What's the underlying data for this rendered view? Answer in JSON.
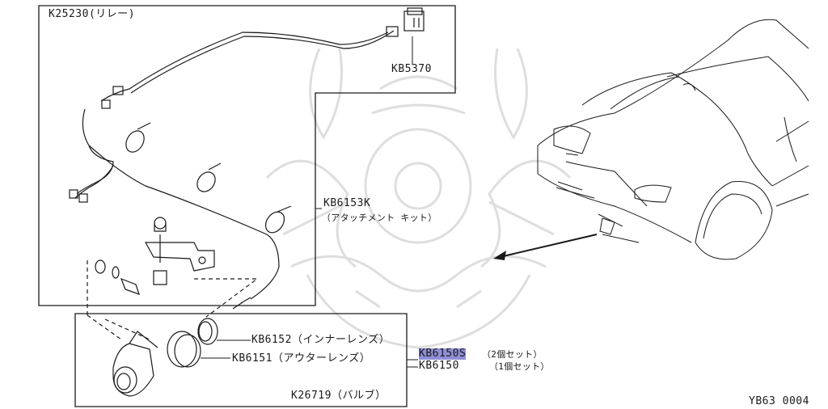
{
  "labels": {
    "relay": "K25230(リレー)",
    "connector": "KB5370",
    "kit_code": "KB6153K",
    "kit_desc": "（アタッチメント キット）",
    "inner_lens": "KB6152（インナーレンズ）",
    "outer_lens": "KB6151（アウターレンズ）",
    "set2_code": "KB6150S",
    "set2_desc": "（2個セット）",
    "set1_code": "KB6150",
    "set1_desc": "（1個セット）",
    "bulb": "K26719（バルブ）",
    "figure_id": "YB63 0004"
  },
  "colors": {
    "line": "#1a1a1a",
    "highlight": "#8f8fd6",
    "watermark": "#d9d9d9"
  }
}
